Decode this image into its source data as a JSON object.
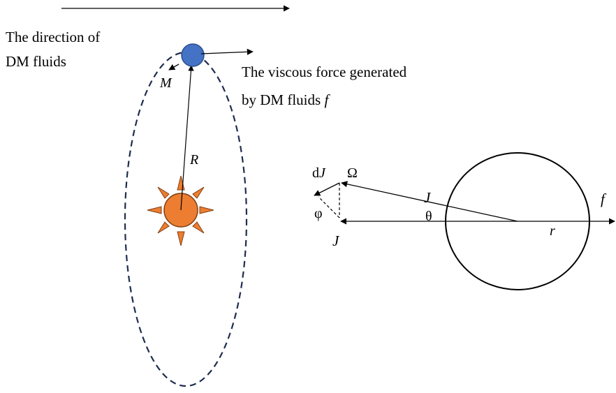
{
  "labels": {
    "direction_line1": "The direction of",
    "direction_line2": "DM fluids",
    "viscous_line1": "The viscous force generated",
    "viscous_line2_prefix": "by DM fluids ",
    "viscous_line2_symbol": "f",
    "mass": "M",
    "radius": "R",
    "dJ_d": "d",
    "dJ_J": "J",
    "omega": "Ω",
    "J_upper": "J",
    "phi": "φ",
    "theta": "θ",
    "J_lower": "J",
    "r": "r",
    "f_right": "f"
  },
  "colors": {
    "planet_fill": "#4472c4",
    "planet_stroke": "#2f4f8f",
    "orbit": "#1f2d4e",
    "sun_fill": "#ed7d31",
    "sun_stroke": "#7f3f12",
    "ink": "#000000"
  }
}
